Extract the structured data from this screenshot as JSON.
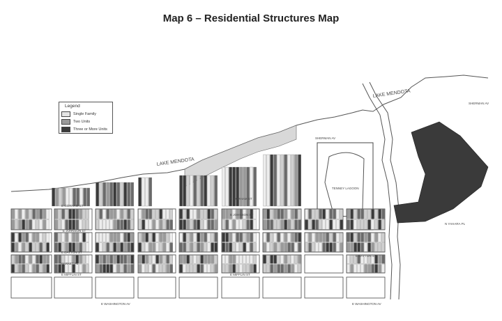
{
  "title": "Map 6 – Residential Structures Map",
  "legend": {
    "title": "Legend",
    "items": [
      {
        "label": "Single Family",
        "color": "#e4e4e4"
      },
      {
        "label": "Two Units",
        "color": "#9a9a9a"
      },
      {
        "label": "Three or More Units",
        "color": "#3a3a3a"
      }
    ]
  },
  "labels": {
    "lake_west": "LAKE MENDOTA",
    "lake_east": "LAKE MENDOTA",
    "park": "TENNEY LAGOON",
    "gorham_w": "E GORHAM ST",
    "gorham_e": "E GORHAM ST",
    "johnson_w": "E JOHNSON ST",
    "johnson_e": "E JOHNSON ST",
    "dayton_w": "E DAYTON ST",
    "dayton_e": "E DAYTON ST",
    "mifflin_w": "E MIFFLIN ST",
    "mifflin_e": "E MIFFLIN ST",
    "market": "MARKET PL",
    "sherman": "SHERMAN AV",
    "washington_w": "E WASHINGTON AV",
    "washington_e": "E WASHINGTON AV",
    "yahara": "N YAHARA PL",
    "sherman_e": "SHERMAN AV"
  }
}
